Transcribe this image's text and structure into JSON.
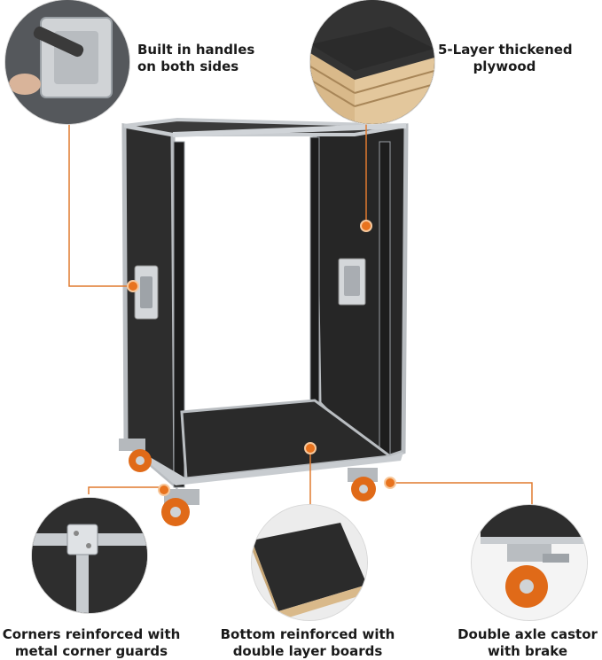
{
  "features": {
    "handles": {
      "line1": "Built in handles",
      "line2": "on both sides"
    },
    "plywood": {
      "line1": "5-Layer thickened",
      "line2": "plywood"
    },
    "corners": {
      "line1": "Corners reinforced with",
      "line2": "metal corner guards"
    },
    "bottom": {
      "line1": "Bottom reinforced with",
      "line2": "double layer boards"
    },
    "castor": {
      "line1": "Double axle castor",
      "line2": "with brake"
    }
  },
  "colors": {
    "accent": "#e8731e",
    "panel": "#2b2b2b",
    "aluminum": "#c8ccd0",
    "plywood": "#d9b98a"
  },
  "icons": {
    "handle": "handle-icon",
    "plywood": "plywood-layers-icon",
    "corner": "corner-guard-icon",
    "board": "board-icon",
    "castor": "castor-wheel-icon"
  }
}
